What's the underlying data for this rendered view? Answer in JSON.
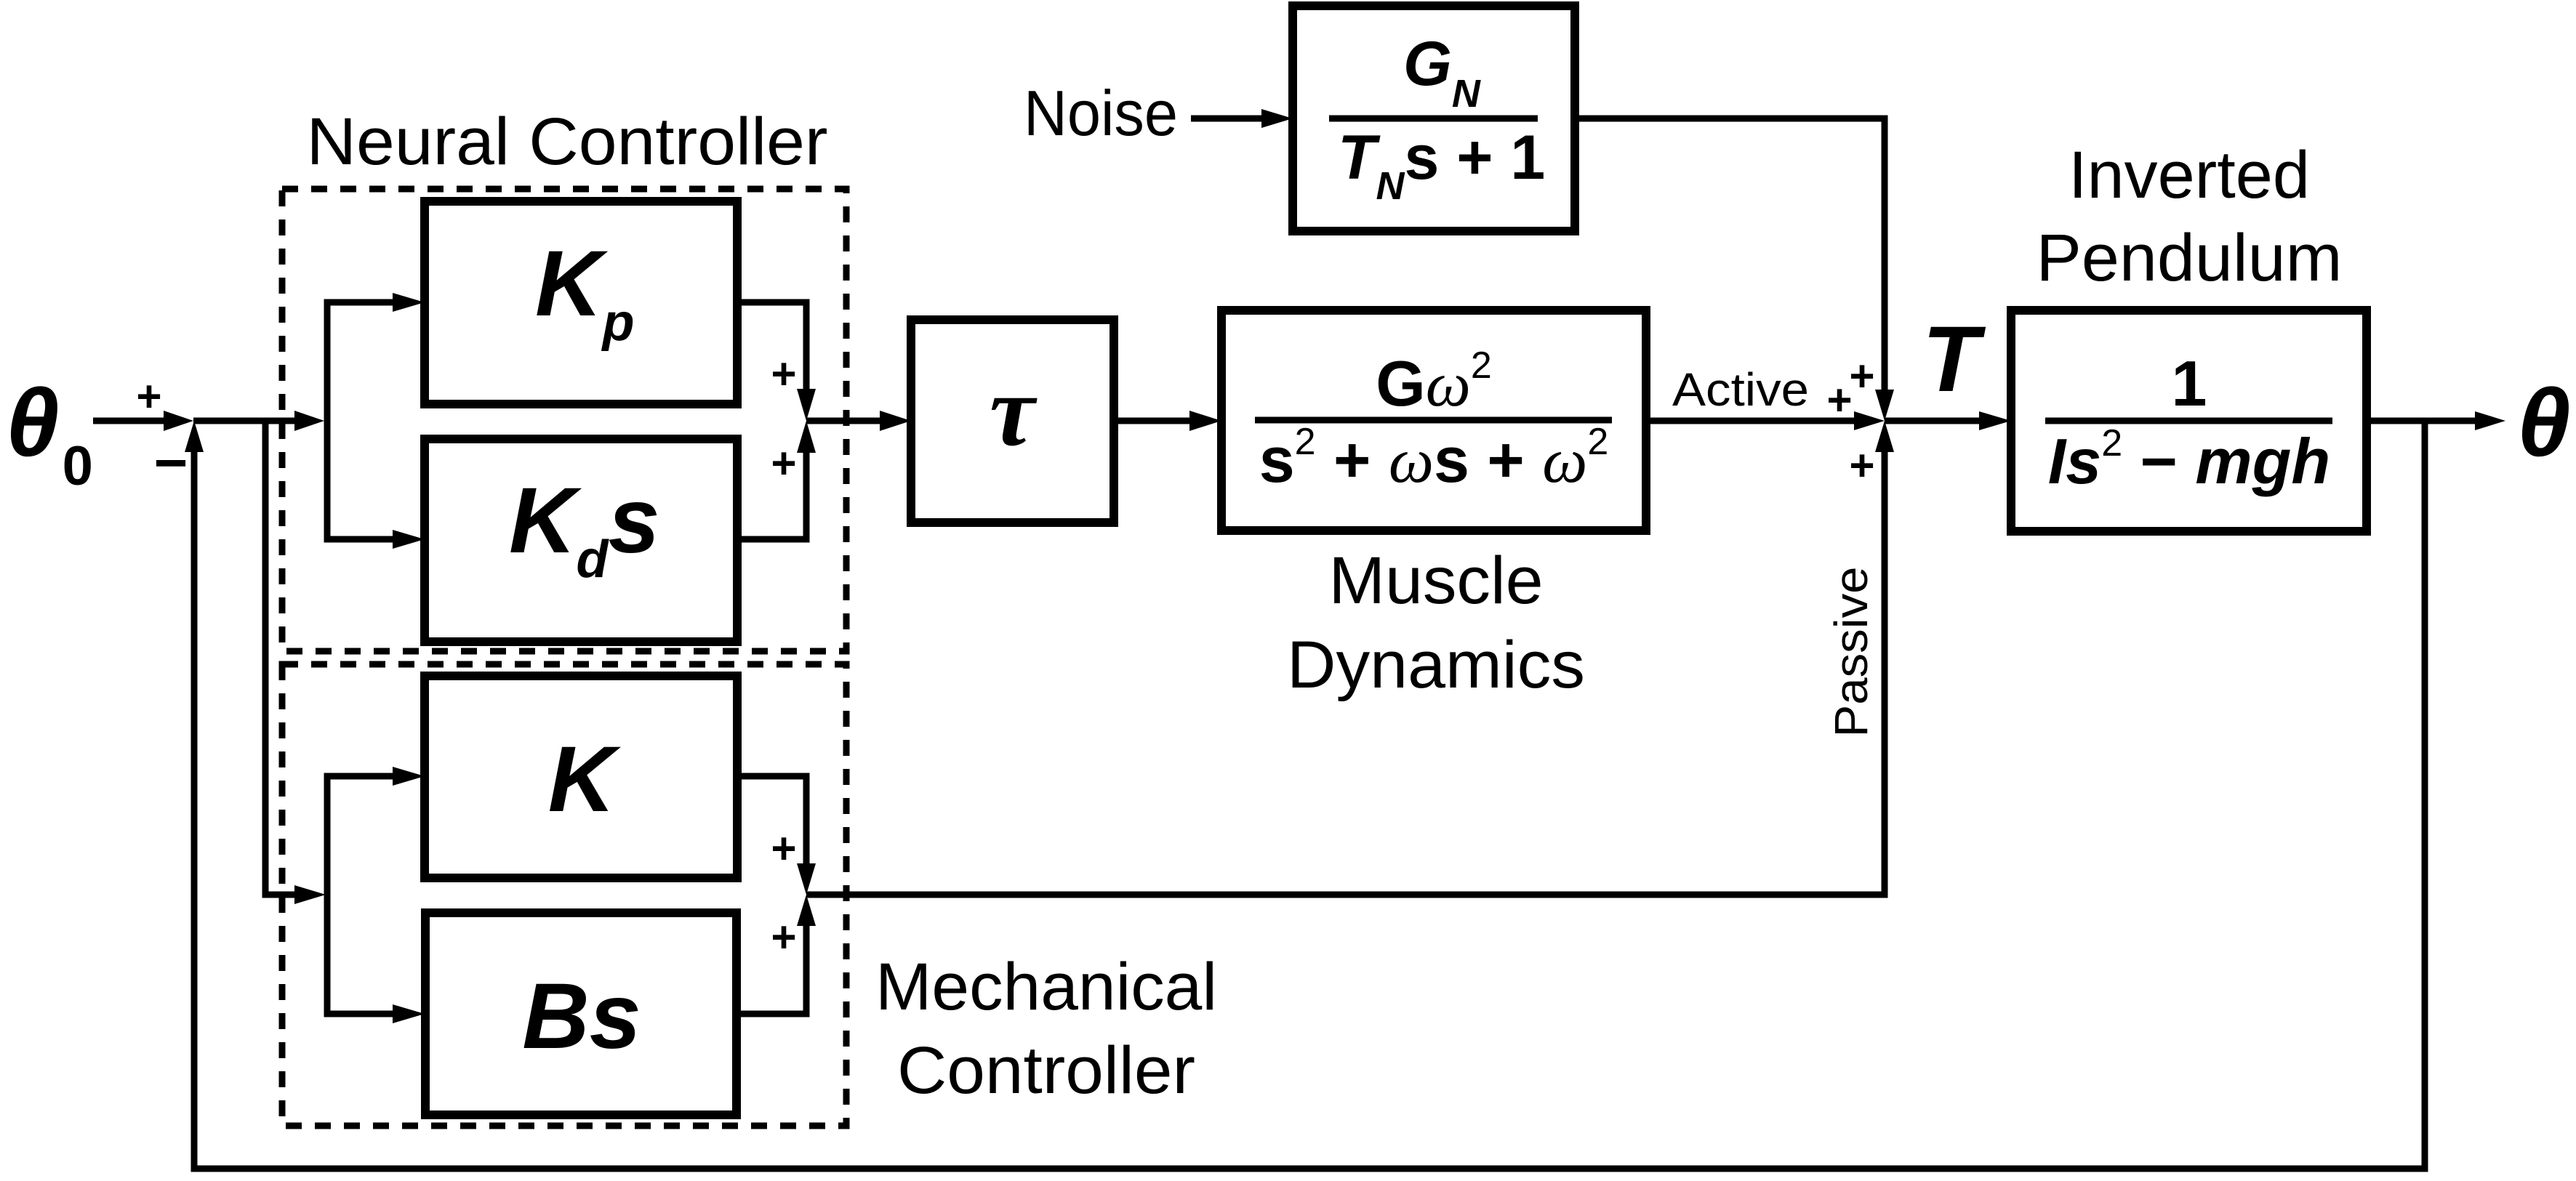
{
  "diagram": {
    "input_signal": {
      "symbol": "θ",
      "subscript": "0"
    },
    "output_signal": {
      "symbol": "θ"
    },
    "torque_signal": {
      "symbol": "T"
    },
    "main_junction_signs": {
      "input": "+",
      "feedback": "−"
    },
    "neural_controller": {
      "title": "Neural Controller",
      "blocks": [
        {
          "id": "kp",
          "main": "K",
          "sub": "p",
          "suffix": ""
        },
        {
          "id": "kd",
          "main": "K",
          "sub": "d",
          "suffix": "s"
        }
      ],
      "junction_signs": [
        "+",
        "+"
      ]
    },
    "mechanical_controller": {
      "title_lines": [
        "Mechanical",
        "Controller"
      ],
      "blocks": [
        {
          "id": "k",
          "label": "K"
        },
        {
          "id": "bs",
          "label": "Bs"
        }
      ],
      "junction_signs": [
        "+",
        "+"
      ]
    },
    "delay_block": {
      "symbol": "τ"
    },
    "noise": {
      "input_label": "Noise",
      "numerator": {
        "main": "G",
        "sub": "N"
      },
      "denominator": {
        "main": "T",
        "sub": "N",
        "rest": "s + 1"
      }
    },
    "muscle_dynamics": {
      "title_lines": [
        "Muscle",
        "Dynamics"
      ],
      "numerator": {
        "G": "G",
        "omega": "ω",
        "exp": "2"
      },
      "denominator": {
        "s": "s",
        "exp1": "2",
        "plus1": "+",
        "omega1": "ω",
        "s2": "s",
        "plus2": "+",
        "omega2": "ω",
        "exp2": "2"
      }
    },
    "torque_junction": {
      "active_label": "Active",
      "passive_label": "Passive",
      "signs": [
        "+",
        "+",
        "+"
      ]
    },
    "inverted_pendulum": {
      "title_lines": [
        "Inverted",
        "Pendulum"
      ],
      "numerator": "1",
      "denominator": {
        "I": "I",
        "s": "s",
        "exp": "2",
        "minus": "−",
        "rest": "mgh"
      }
    }
  }
}
